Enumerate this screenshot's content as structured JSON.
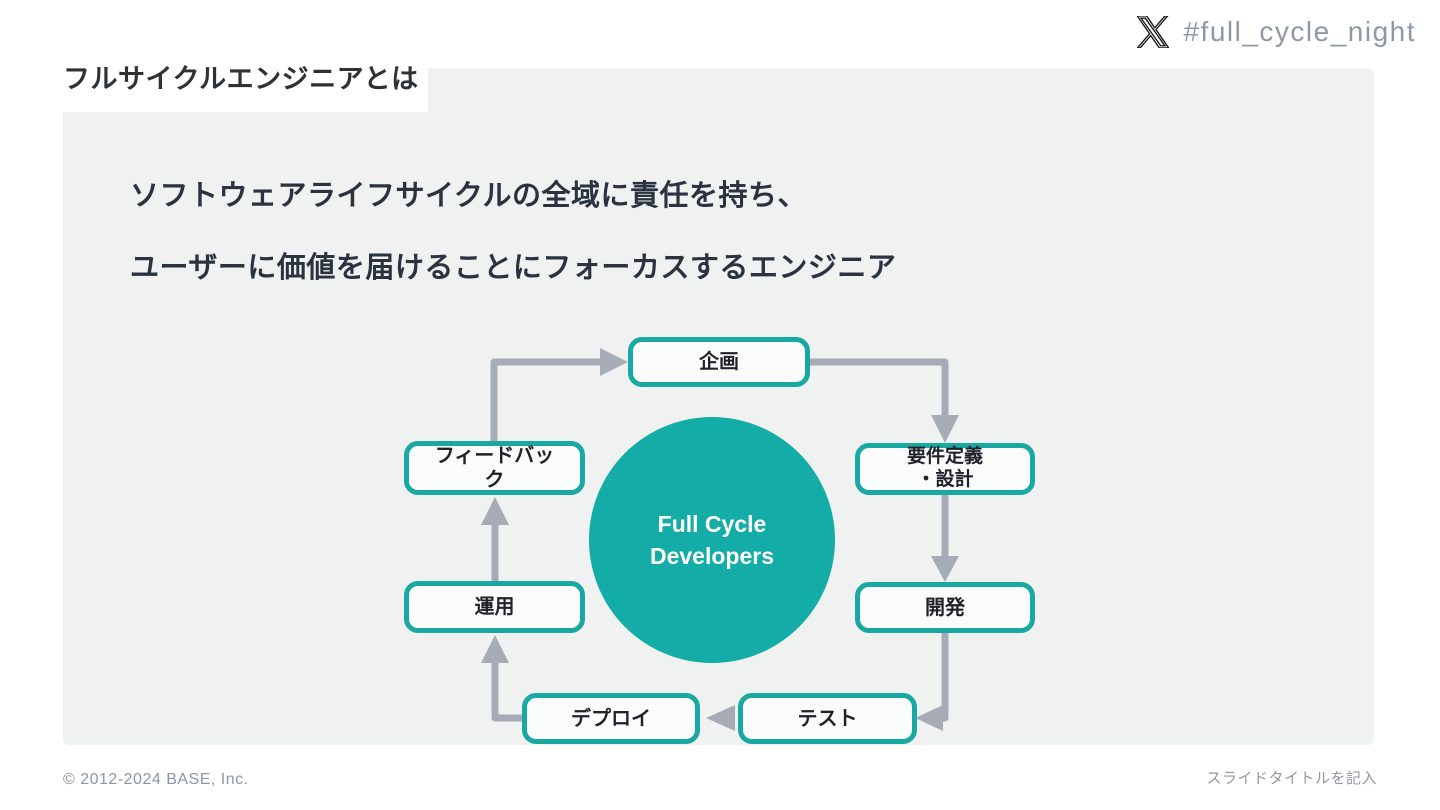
{
  "header": {
    "hashtag": "#full_cycle_night"
  },
  "title": "フルサイクルエンジニアとは",
  "statement": {
    "line1": "ソフトウェアライフサイクルの全域に責任を持ち、",
    "line2": "ユーザーに価値を届けることにフォーカスするエンジニア"
  },
  "diagram": {
    "center": {
      "label": "Full Cycle\nDevelopers",
      "color": "#14aca7"
    },
    "nodes": [
      {
        "id": "plan",
        "label": "企画"
      },
      {
        "id": "requirements-design",
        "label": "要件定義\n・設計"
      },
      {
        "id": "development",
        "label": "開発"
      },
      {
        "id": "test",
        "label": "テスト"
      },
      {
        "id": "deploy",
        "label": "デプロイ"
      },
      {
        "id": "operation",
        "label": "運用"
      },
      {
        "id": "feedback",
        "label": "フィードバッ\nク"
      }
    ],
    "flow": [
      "企画",
      "要件定義・設計",
      "開発",
      "テスト",
      "デプロイ",
      "運用",
      "フィードバック",
      "企画"
    ],
    "colors": {
      "node_border": "#1aa8a3",
      "node_background": "#fafbfb",
      "arrow": "#a6acb6",
      "panel_background": "#f0f2f2"
    }
  },
  "footer": {
    "copyright": "© 2012-2024 BASE, Inc.",
    "right_note": "スライドタイトルを記入"
  }
}
